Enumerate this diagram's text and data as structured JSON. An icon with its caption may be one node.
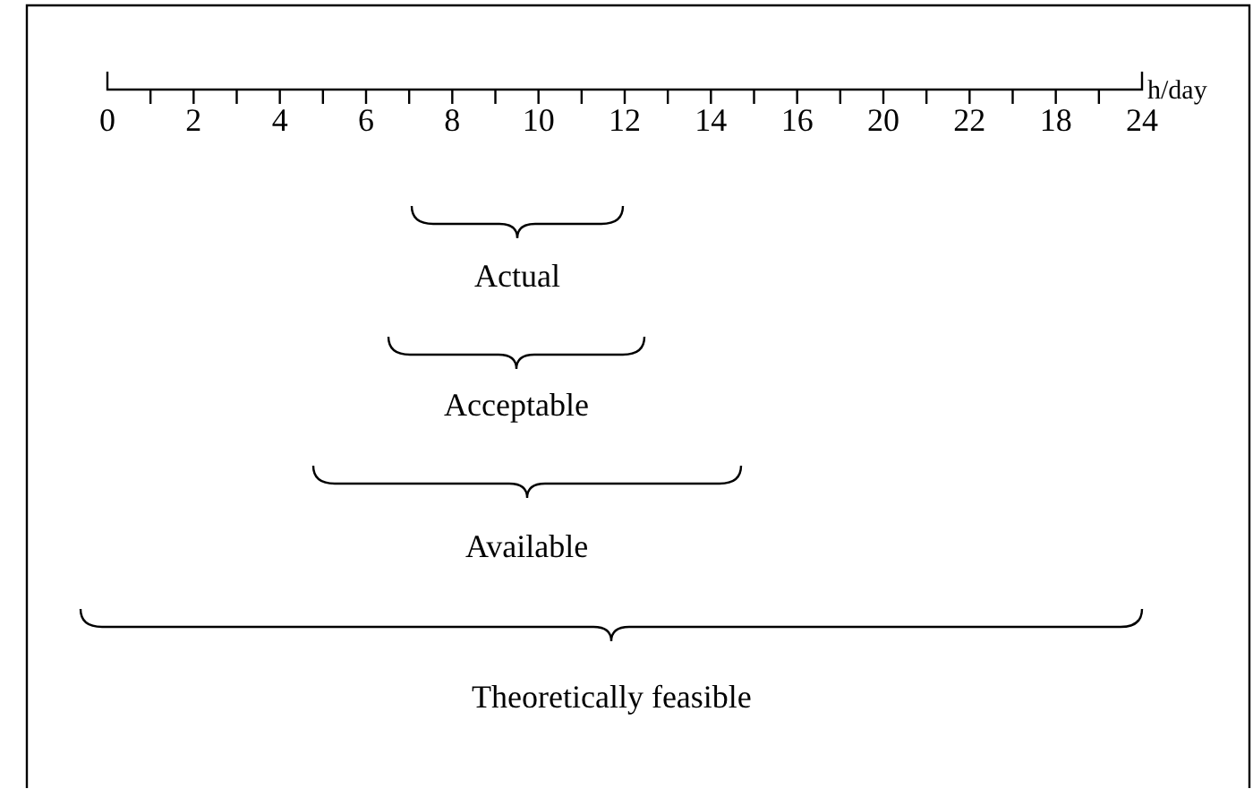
{
  "diagram": {
    "labels": [
      "0",
      "2",
      "4",
      "6",
      "8",
      "10",
      "12",
      "14",
      "16",
      "20",
      "22",
      "18",
      "24",
      "h/day",
      "Actual",
      "Acceptable",
      "Available",
      "Theoretically feasible"
    ]
  }
}
